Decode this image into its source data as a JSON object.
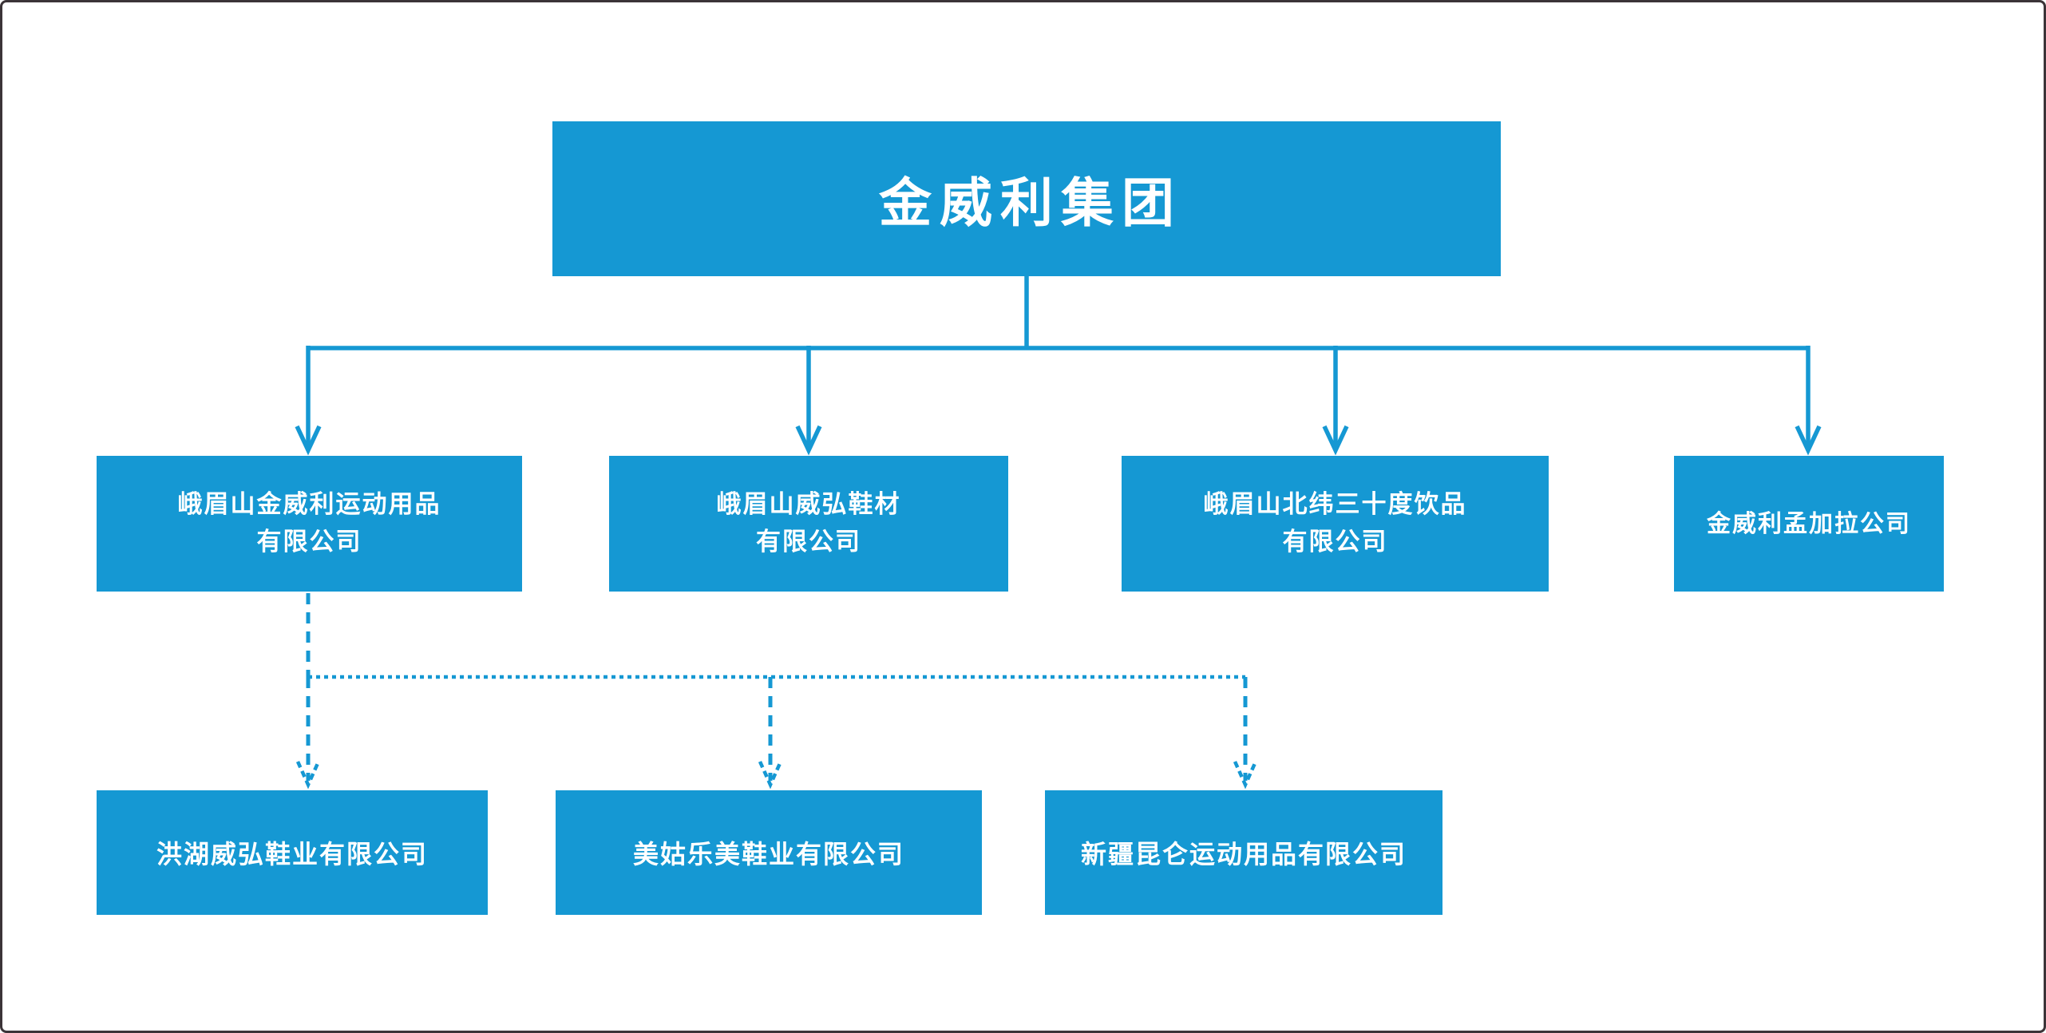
{
  "diagram": {
    "title_node": {
      "label": "金威利集团"
    },
    "level2_nodes": [
      {
        "lines": [
          "峨眉山金威利运动用品",
          "有限公司"
        ]
      },
      {
        "lines": [
          "峨眉山威弘鞋材",
          "有限公司"
        ]
      },
      {
        "lines": [
          "峨眉山北纬三十度饮品",
          "有限公司"
        ]
      },
      {
        "lines": [
          "金威利孟加拉公司"
        ]
      }
    ],
    "level3_nodes": [
      {
        "lines": [
          "洪湖威弘鞋业有限公司"
        ]
      },
      {
        "lines": [
          "美姑乐美鞋业有限公司"
        ]
      },
      {
        "lines": [
          "新疆昆仑运动用品有限公司"
        ]
      }
    ],
    "colors": {
      "node_fill": "#1598D3",
      "node_text": "#FFFFFF",
      "connector": "#1598D3",
      "frame_border": "#3B3438",
      "background": "#FFFFFF"
    }
  }
}
